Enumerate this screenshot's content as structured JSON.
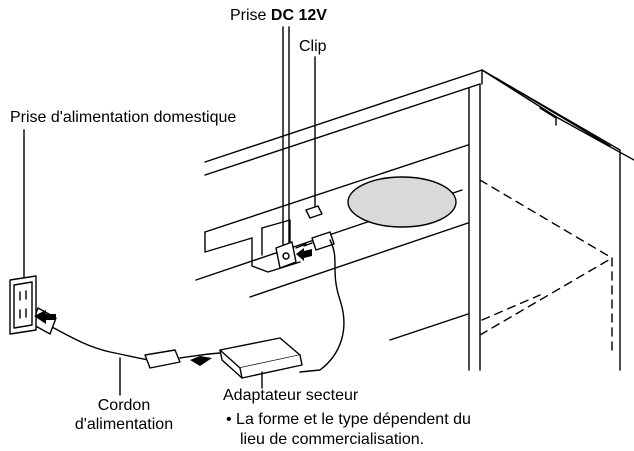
{
  "labels": {
    "dc_prefix": "Prise ",
    "dc_bold": "DC 12V",
    "clip": "Clip",
    "outlet": "Prise d'alimentation domestique",
    "cord_line1": "Cordon",
    "cord_line2": "d'alimentation",
    "adapter": "Adaptateur secteur",
    "note_line1": "• La forme et le type dépendent du",
    "note_line2": "lieu de commercialisation."
  },
  "colors": {
    "line": "#000000",
    "speaker_fill": "#d9d9d9",
    "adapter_fill": "#ffffff"
  }
}
